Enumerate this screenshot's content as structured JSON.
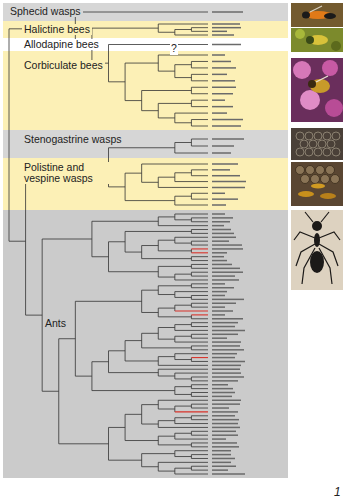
{
  "diagram": {
    "nodes": [
      {
        "text": [
          "Sphecid wasps"
        ]
      },
      {
        "text": [
          "Halictine bees"
        ]
      },
      {
        "text": [
          "Allodapine bees"
        ]
      },
      {
        "text": [
          "Corbiculate bees"
        ]
      },
      {
        "text": [
          "Stenogastrine wasps"
        ]
      },
      {
        "text": [
          "Polistine and vespine wasps"
        ]
      },
      {
        "text": [
          "Ants"
        ]
      }
    ],
    "labels": [
      "?",
      "1"
    ]
  }
}
